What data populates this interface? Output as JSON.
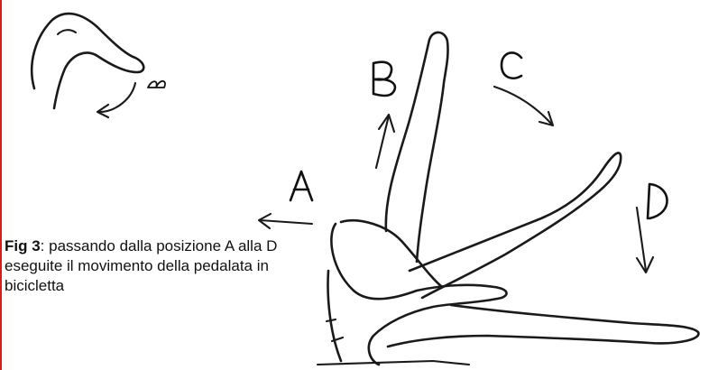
{
  "caption": {
    "figure_label": "Fig 3",
    "text": ": passando dalla posizione A alla D eseguite il movimento della pedalata in bicicletta"
  },
  "position_labels": [
    "A",
    "B",
    "C",
    "D"
  ],
  "inset_label": "B",
  "colors": {
    "border": "#d21f1f",
    "ink": "#1a1a1a"
  }
}
